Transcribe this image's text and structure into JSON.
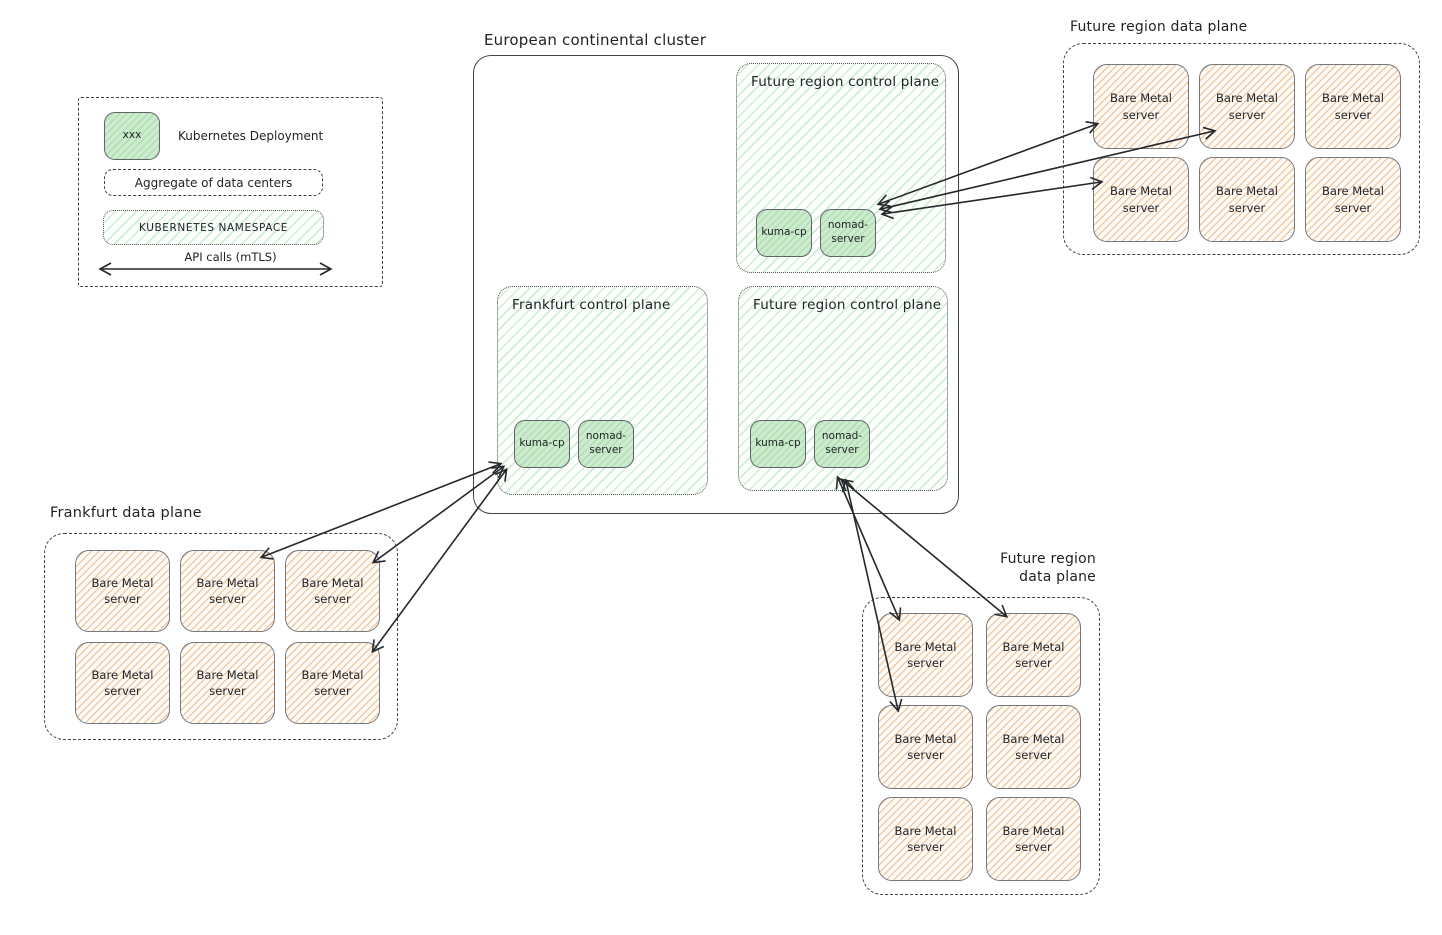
{
  "legend": {
    "sample_deployment": "xxx",
    "deployment": "Kubernetes Deployment",
    "aggregate": "Aggregate of data centers",
    "namespace": "KUBERNETES NAMESPACE",
    "api_calls": "API calls (mTLS)"
  },
  "cluster": {
    "title": "European continental cluster",
    "namespaces": [
      {
        "title": "Future region control plane",
        "deployments": [
          "kuma-cp",
          "nomad-server"
        ]
      },
      {
        "title": "Frankfurt control plane",
        "deployments": [
          "kuma-cp",
          "nomad-server"
        ]
      },
      {
        "title": "Future region control plane",
        "deployments": [
          "kuma-cp",
          "nomad-server"
        ]
      }
    ]
  },
  "data_planes": {
    "future_top": {
      "title": "Future region data plane",
      "server_count": 6
    },
    "frankfurt": {
      "title": "Frankfurt data plane",
      "server_count": 6
    },
    "future_bottom": {
      "title_line1": "Future region",
      "title_line2": "data plane",
      "server_count": 6
    }
  },
  "labels": {
    "server_line1": "Bare Metal",
    "server_line2": "server"
  },
  "connections": [
    {
      "from": "Future region control plane (top)",
      "to": "Future region data plane (top right)",
      "arrows": 3,
      "style": "bidirectional"
    },
    {
      "from": "Frankfurt control plane",
      "to": "Frankfurt data plane",
      "arrows": 3,
      "style": "bidirectional"
    },
    {
      "from": "Future region control plane (bottom)",
      "to": "Future region data plane (bottom right)",
      "arrows": 3,
      "style": "bidirectional"
    }
  ],
  "colors": {
    "deployment_fill": "#cdebcd",
    "namespace_hatch": "#7cc989",
    "server_hatch": "#e9964b",
    "stroke": "#3c3f43",
    "background": "#ffffff"
  }
}
